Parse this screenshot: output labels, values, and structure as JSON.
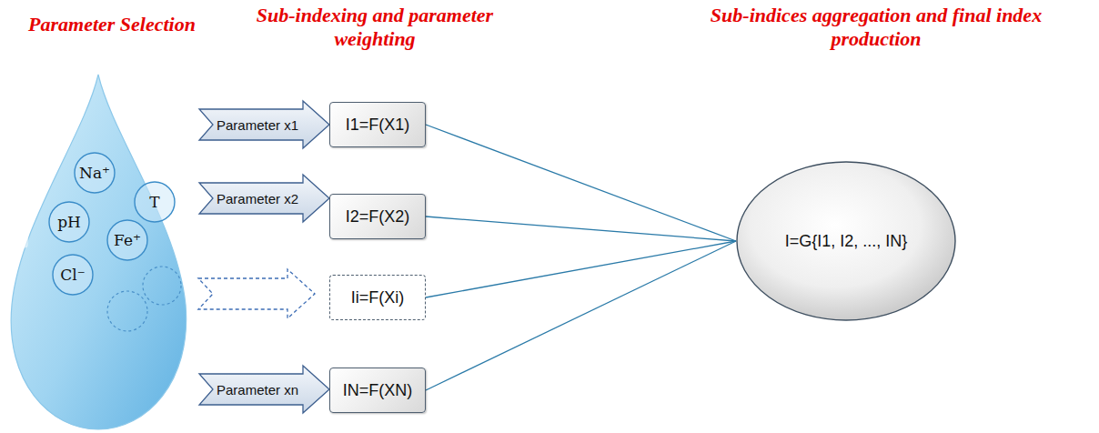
{
  "diagram": {
    "nodes": [
      {
        "text": [
          "Na⁺"
        ]
      },
      {
        "text": [
          "T"
        ]
      },
      {
        "text": [
          "pH"
        ]
      },
      {
        "text": [
          "Fe⁺"
        ]
      },
      {
        "text": [
          "Cl⁻"
        ]
      },
      {
        "text": [
          "Parameter x1"
        ]
      },
      {
        "text": [
          "Parameter x2"
        ]
      },
      {
        "text": [
          "Parameter xn"
        ]
      },
      {
        "text": [
          "I1=F(X1)"
        ]
      },
      {
        "text": [
          "I2=F(X2)"
        ]
      },
      {
        "text": [
          "Ii=F(Xi)"
        ]
      },
      {
        "text": [
          "IN=F(XN)"
        ]
      },
      {
        "text": [
          "I=G{I1, I2, ..., IN}"
        ]
      }
    ],
    "edges": [
      {
        "from": 8,
        "to": 12,
        "arrow": "none"
      },
      {
        "from": 9,
        "to": 12,
        "arrow": "none"
      },
      {
        "from": 10,
        "to": 12,
        "arrow": "none"
      },
      {
        "from": 11,
        "to": 12,
        "arrow": "none"
      }
    ],
    "labels": [
      "Parameter Selection",
      "Sub-indexing and parameter weighting",
      "Sub-indices aggregation and final index production"
    ]
  }
}
